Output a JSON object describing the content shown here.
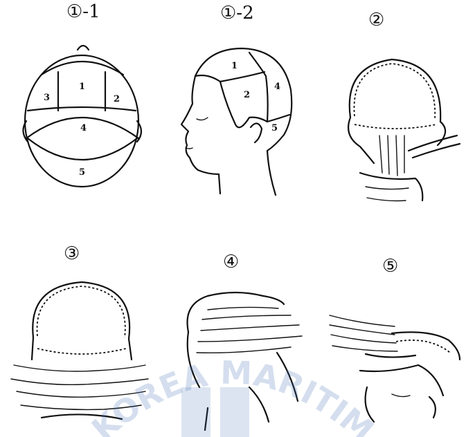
{
  "labels": {
    "p1_1": "①-1",
    "p1_2": "①-2",
    "p2": "②",
    "p3": "③",
    "p4": "④",
    "p5": "⑤"
  },
  "zones_top_view": [
    "1",
    "2",
    "3",
    "4",
    "5"
  ],
  "zones_side_view": [
    "1",
    "2",
    "4",
    "5"
  ],
  "watermark": {
    "text": "KOREA MARITIME UNIVERS",
    "color": "#3d6bb3"
  }
}
